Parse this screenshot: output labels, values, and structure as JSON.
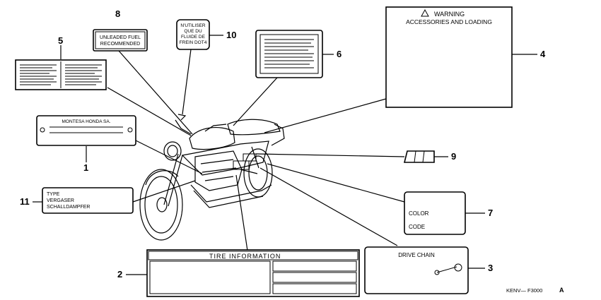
{
  "callouts": [
    "1",
    "2",
    "3",
    "4",
    "5",
    "6",
    "7",
    "8",
    "9",
    "10",
    "11"
  ],
  "labels": {
    "montesa": "MONTESA HONDA SA.",
    "warning": "WARNING",
    "accessories": "ACCESSORIES AND LOADING",
    "unleaded_1": "UNLEADED FUEL",
    "unleaded_2": "RECOMMENDED",
    "nutiliser": [
      "N'UTILISER",
      "QUE DU",
      "FLUIDE DE",
      "FREIN DOT4"
    ],
    "tire": "TIRE INFORMATION",
    "drive_chain": "DRIVE CHAIN",
    "color": "COLOR",
    "code": "CODE",
    "type_lines": [
      "TYPE",
      "VERGASER",
      "SCHALLDAMPFER"
    ]
  },
  "diagram_code": "KENV— F3000",
  "diagram_code_suffix": "A"
}
